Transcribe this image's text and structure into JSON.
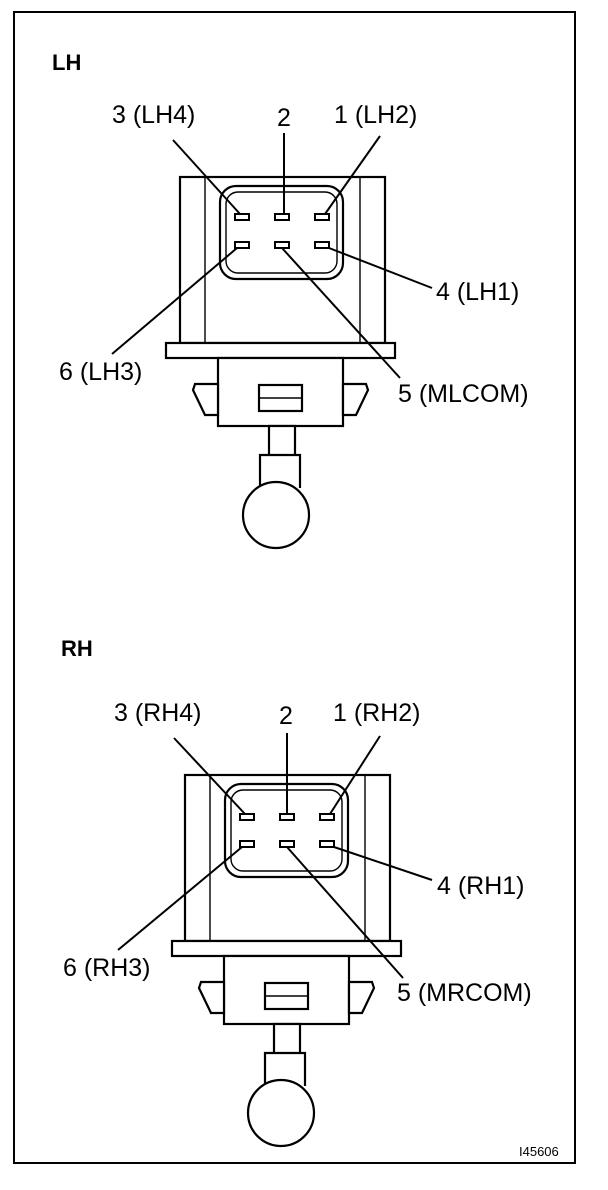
{
  "diagrams": [
    {
      "id": "lh",
      "heading": "LH",
      "pins": {
        "p1": "1 (LH2)",
        "p2": "2",
        "p3": "3 (LH4)",
        "p4": "4 (LH1)",
        "p5": "5 (MLCOM)",
        "p6": "6 (LH3)"
      }
    },
    {
      "id": "rh",
      "heading": "RH",
      "pins": {
        "p1": "1 (RH2)",
        "p2": "2",
        "p3": "3 (RH4)",
        "p4": "4 (RH1)",
        "p5": "5 (MRCOM)",
        "p6": "6 (RH3)"
      }
    }
  ],
  "figure_code": "I45606"
}
